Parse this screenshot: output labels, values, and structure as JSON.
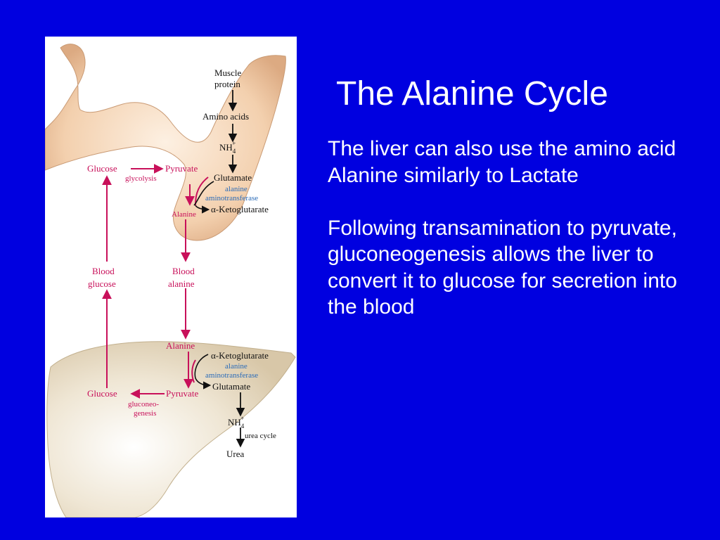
{
  "slide": {
    "title": "The Alanine Cycle",
    "paragraphs": [
      "The liver can also use the amino acid Alanine similarly to Lactate",
      "Following transamination to pyruvate, gluconeogenesis allows the liver to convert it to glucose for secretion into the blood"
    ]
  },
  "diagram": {
    "muscle_protein_1": "Muscle",
    "muscle_protein_2": "protein",
    "amino_acids": "Amino acids",
    "nh4_top": "NH",
    "nh4_top_sub": "4",
    "nh4_top_sup": "+",
    "glucose_muscle": "Glucose",
    "pyruvate_muscle": "Pyruvate",
    "glycolysis": "glycolysis",
    "glutamate_muscle": "Glutamate",
    "enzyme_muscle_1": "alanine",
    "enzyme_muscle_2": "aminotransferase",
    "alanine_muscle": "Alanine",
    "akg_muscle": "α-Ketoglutarate",
    "blood_glucose_1": "Blood",
    "blood_glucose_2": "glucose",
    "blood_alanine_1": "Blood",
    "blood_alanine_2": "alanine",
    "alanine_liver": "Alanine",
    "akg_liver": "α-Ketoglutarate",
    "enzyme_liver_1": "alanine",
    "enzyme_liver_2": "aminotransferase",
    "glutamate_liver": "Glutamate",
    "glucose_liver": "Glucose",
    "pyruvate_liver": "Pyruvate",
    "gluconeo_1": "gluconeo-",
    "gluconeo_2": "genesis",
    "nh4_bottom": "NH",
    "nh4_bottom_sub": "4",
    "nh4_bottom_sup": "+",
    "urea_cycle": "urea cycle",
    "urea": "Urea",
    "colors": {
      "metabolite": "#c8105a",
      "enzyme": "#2a6bb8",
      "arrow_magenta": "#c8105a",
      "arrow_black": "#111111"
    }
  }
}
